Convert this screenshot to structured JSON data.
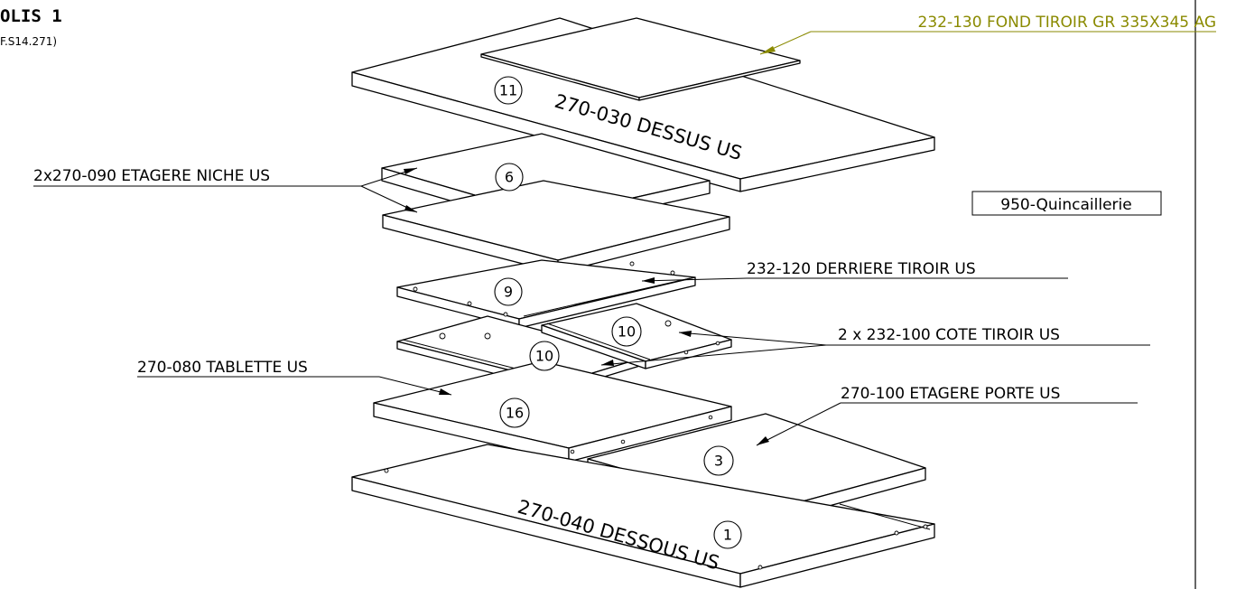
{
  "title": "OLIS 1",
  "subtitle": "F.S14.271)",
  "hardware_box": "950-Quincaillerie",
  "labels": {
    "fond_tiroir": "232-130 FOND TIROIR GR 335X345 AG",
    "etagere_niche": "2x270-090 ETAGERE NICHE US",
    "dessus": "270-030 DESSUS US",
    "derriere_tiroir": "232-120 DERRIERE TIROIR US",
    "cote_tiroir": "2 x 232-100 COTE TIROIR US",
    "tablette": "270-080 TABLETTE US",
    "etagere_porte": "270-100 ETAGERE PORTE US",
    "dessous": "270-040 DESSOUS US"
  },
  "part_numbers": {
    "dessus": "11",
    "etagere_niche": "6",
    "derriere_tiroir": "9",
    "cote_tiroir_a": "10",
    "cote_tiroir_b": "10",
    "tablette": "16",
    "etagere_porte": "3",
    "dessous": "1"
  },
  "colors": {
    "line": "#000000",
    "annotation_ag": "#8a8a00",
    "background": "#ffffff"
  }
}
